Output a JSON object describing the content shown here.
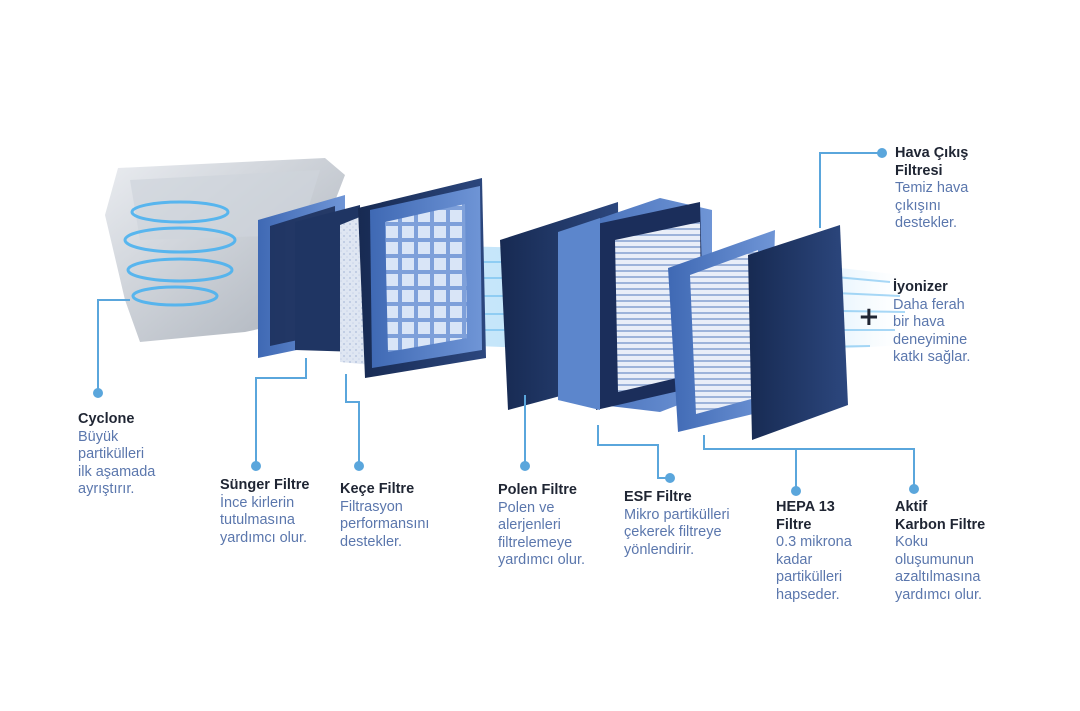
{
  "labels": {
    "cyclone": {
      "title": "Cyclone",
      "desc": "Büyük\npartikülleri\nilk aşamada\nayrıştırır."
    },
    "sunger": {
      "title": "Sünger Filtre",
      "desc": "İnce kirlerin\ntutulmasına\nyardımcı olur."
    },
    "kece": {
      "title": "Keçe Filtre",
      "desc": "Filtrasyon\nperformansını\ndestekler."
    },
    "polen": {
      "title": "Polen Filtre",
      "desc": "Polen ve\nalerjenleri\nfiltrelemeye\nyardımcı olur."
    },
    "esf": {
      "title": "ESF Filtre",
      "desc": "Mikro partikülleri\nçekerek filtreye\nyönlendirir."
    },
    "hepa": {
      "title": "HEPA 13\nFiltre",
      "desc": "0.3 mikrona\nkadar\npartikülleri\nhapseder."
    },
    "karbon": {
      "title": "Aktif\nKarbon Filtre",
      "desc": "Koku\noluşumunun\nazaltılmasına\nyardımcı olur."
    },
    "cikis": {
      "title": "Hava Çıkış\nFiltresi",
      "desc": "Temiz hava\nçıkışını\ndestekler."
    },
    "iyonizer": {
      "title": "İyonizer",
      "desc": "Daha ferah\nbir hava\ndeneyimine\nkatkı sağlar."
    }
  },
  "plus_symbol": "+",
  "colors": {
    "line": "#5aa6dc",
    "dot": "#5aa6dc",
    "title": "#1f2533",
    "desc": "#5b77ad",
    "filter_blue": "#4a79c4",
    "filter_dark": "#1e3565"
  }
}
